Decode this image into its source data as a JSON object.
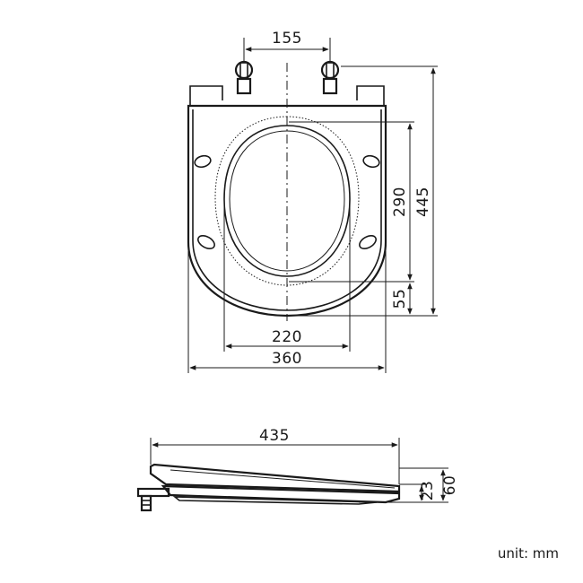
{
  "dimensions": {
    "hinge_spacing": "155",
    "inner_length": "290",
    "outer_length": "445",
    "front_rim": "55",
    "inner_width": "220",
    "outer_width": "360",
    "side_length": "435",
    "seat_thickness": "23",
    "total_height": "60"
  },
  "unit_label": "unit: mm",
  "colors": {
    "line": "#1a1a1a",
    "background": "#ffffff"
  }
}
